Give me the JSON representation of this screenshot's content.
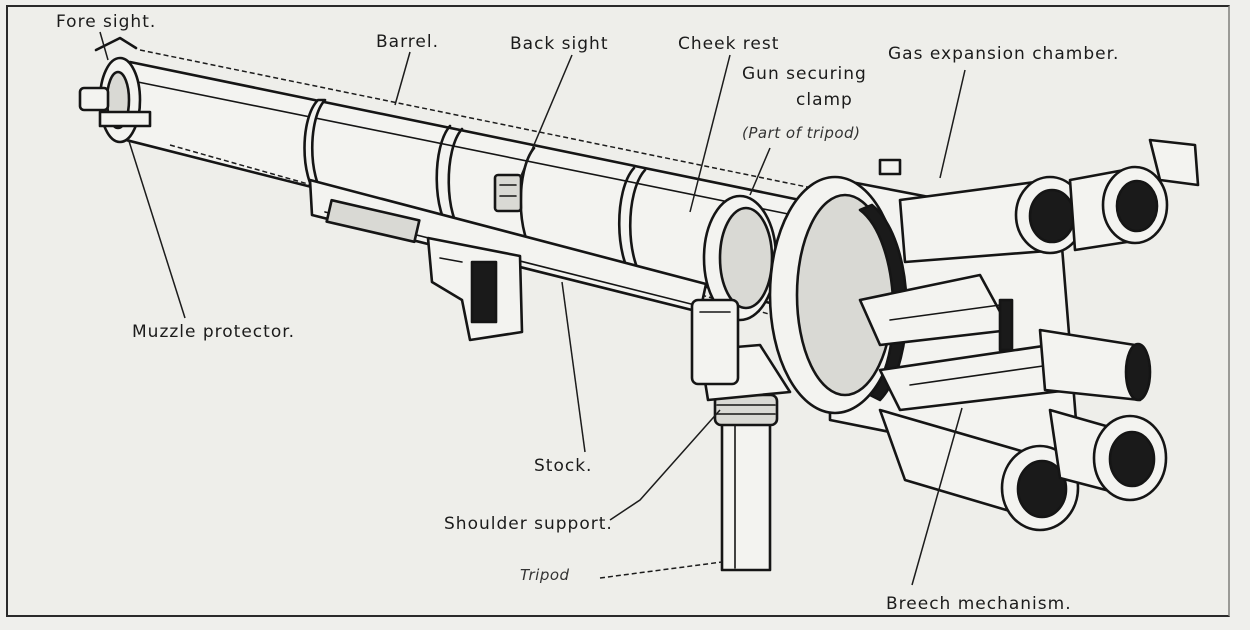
{
  "labels": {
    "fore_sight": "Fore sight.",
    "barrel": "Barrel.",
    "back_sight": "Back sight",
    "cheek_rest": "Cheek rest",
    "gun_securing_clamp_1": "Gun securing",
    "gun_securing_clamp_2": "clamp",
    "part_of_tripod": "(Part of tripod)",
    "gas_expansion_chamber": "Gas expansion chamber.",
    "muzzle_protector": "Muzzle protector.",
    "stock": "Stock.",
    "shoulder_support": "Shoulder support.",
    "tripod": "Tripod",
    "breech_mechanism": "Breech mechanism."
  }
}
